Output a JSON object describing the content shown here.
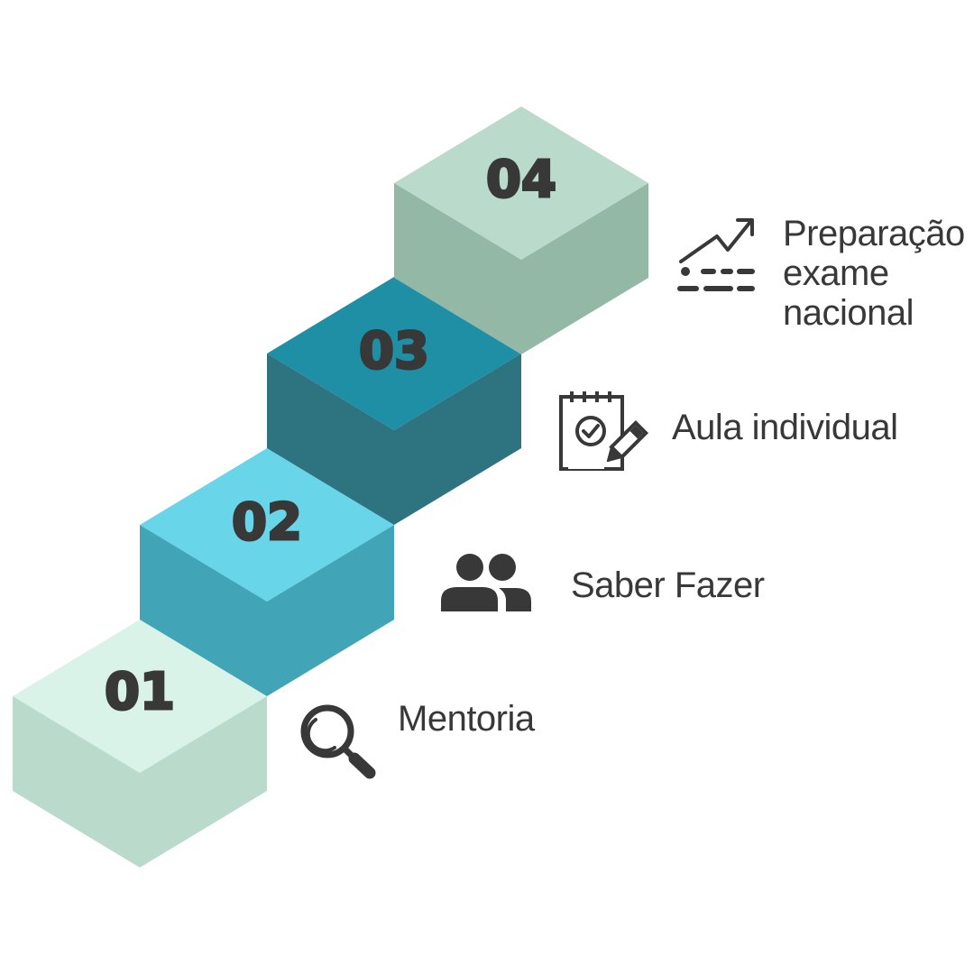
{
  "colors": {
    "text": "#383838",
    "step1": {
      "top": "#d9f3e8",
      "left": "#badbcc",
      "right": "#badbcc"
    },
    "step2": {
      "top": "#68d5e9",
      "left": "#42a5b7",
      "right": "#42a5b7"
    },
    "step3": {
      "top": "#1f8fa6",
      "left": "#2e7480",
      "right": "#2e7480"
    },
    "step4": {
      "top": "#badbcc",
      "left": "#93b9a6",
      "right": "#93b9a6"
    }
  },
  "steps": [
    {
      "number": "01",
      "label": "Mentoria",
      "icon": "magnifier-icon"
    },
    {
      "number": "02",
      "label": "Saber Fazer",
      "icon": "people-icon"
    },
    {
      "number": "03",
      "label": "Aula individual",
      "icon": "notepad-check-pencil-icon"
    },
    {
      "number": "04",
      "label": "Preparação\nexame\nnacional",
      "icon": "growth-chart-icon"
    }
  ]
}
